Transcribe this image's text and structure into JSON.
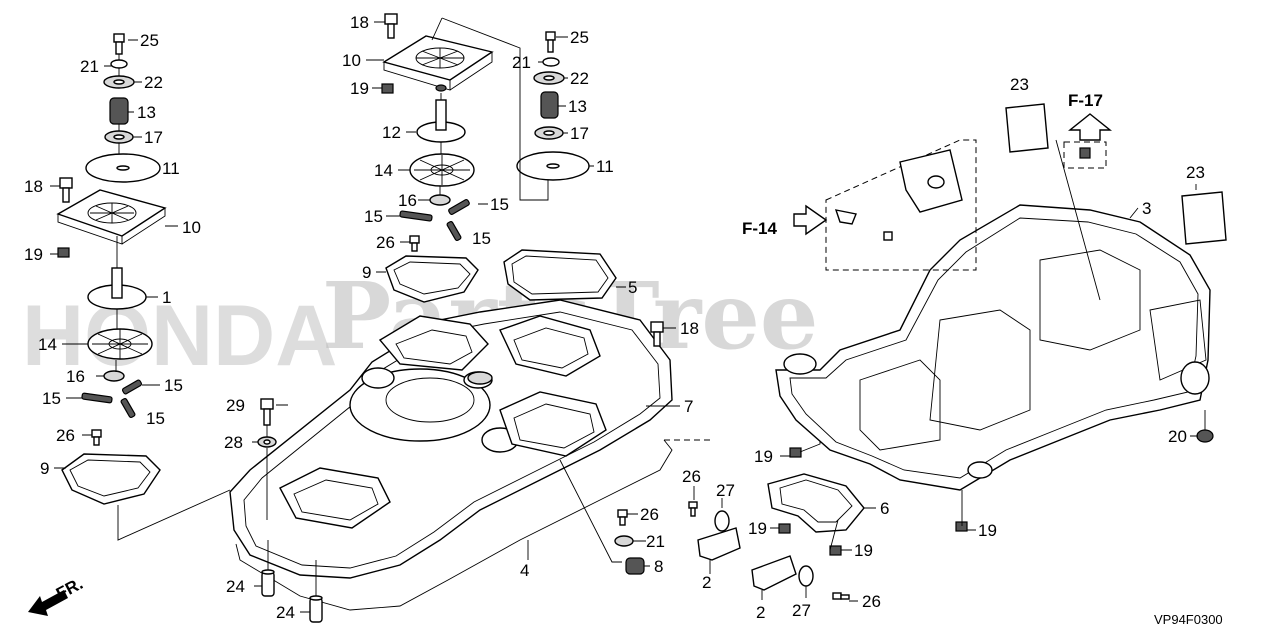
{
  "watermark": {
    "brand": "PartsTree",
    "maker": "HONDA"
  },
  "refs": {
    "f14": "F-14",
    "f17": "F-17"
  },
  "front_marker": "FR.",
  "diagram_code": "VP94F0300",
  "callouts": [
    {
      "id": "c25a",
      "text": "25"
    },
    {
      "id": "c21a",
      "text": "21"
    },
    {
      "id": "c22a",
      "text": "22"
    },
    {
      "id": "c13a",
      "text": "13"
    },
    {
      "id": "c17a",
      "text": "17"
    },
    {
      "id": "c11a",
      "text": "11"
    },
    {
      "id": "c18a",
      "text": "18"
    },
    {
      "id": "c10a",
      "text": "10"
    },
    {
      "id": "c19a",
      "text": "19"
    },
    {
      "id": "c1a",
      "text": "1"
    },
    {
      "id": "c14a",
      "text": "14"
    },
    {
      "id": "c16a",
      "text": "16"
    },
    {
      "id": "c15a",
      "text": "15"
    },
    {
      "id": "c15b",
      "text": "15"
    },
    {
      "id": "c15c",
      "text": "15"
    },
    {
      "id": "c26a",
      "text": "26"
    },
    {
      "id": "c9a",
      "text": "9"
    },
    {
      "id": "c18b",
      "text": "18"
    },
    {
      "id": "c10b",
      "text": "10"
    },
    {
      "id": "c19b",
      "text": "19"
    },
    {
      "id": "c12a",
      "text": "12"
    },
    {
      "id": "c14b",
      "text": "14"
    },
    {
      "id": "c16b",
      "text": "16"
    },
    {
      "id": "c15d",
      "text": "15"
    },
    {
      "id": "c15e",
      "text": "15"
    },
    {
      "id": "c15f",
      "text": "15"
    },
    {
      "id": "c26b",
      "text": "26"
    },
    {
      "id": "c9b",
      "text": "9"
    },
    {
      "id": "c25b",
      "text": "25"
    },
    {
      "id": "c21b",
      "text": "21"
    },
    {
      "id": "c22b",
      "text": "22"
    },
    {
      "id": "c13b",
      "text": "13"
    },
    {
      "id": "c17b",
      "text": "17"
    },
    {
      "id": "c11b",
      "text": "11"
    },
    {
      "id": "c5a",
      "text": "5"
    },
    {
      "id": "c18c",
      "text": "18"
    },
    {
      "id": "c7a",
      "text": "7"
    },
    {
      "id": "c29a",
      "text": "29"
    },
    {
      "id": "c28a",
      "text": "28"
    },
    {
      "id": "c4a",
      "text": "4"
    },
    {
      "id": "c24a",
      "text": "24"
    },
    {
      "id": "c24b",
      "text": "24"
    },
    {
      "id": "c26c",
      "text": "26"
    },
    {
      "id": "c21c",
      "text": "21"
    },
    {
      "id": "c8a",
      "text": "8"
    },
    {
      "id": "c26d",
      "text": "26"
    },
    {
      "id": "c27a",
      "text": "27"
    },
    {
      "id": "c2a",
      "text": "2"
    },
    {
      "id": "c2b",
      "text": "2"
    },
    {
      "id": "c27b",
      "text": "27"
    },
    {
      "id": "c26e",
      "text": "26"
    },
    {
      "id": "c19c",
      "text": "19"
    },
    {
      "id": "c19d",
      "text": "19"
    },
    {
      "id": "c19e",
      "text": "19"
    },
    {
      "id": "c6a",
      "text": "6"
    },
    {
      "id": "c19f",
      "text": "19"
    },
    {
      "id": "c23a",
      "text": "23"
    },
    {
      "id": "c23b",
      "text": "23"
    },
    {
      "id": "c3a",
      "text": "3"
    },
    {
      "id": "c20a",
      "text": "20"
    }
  ]
}
